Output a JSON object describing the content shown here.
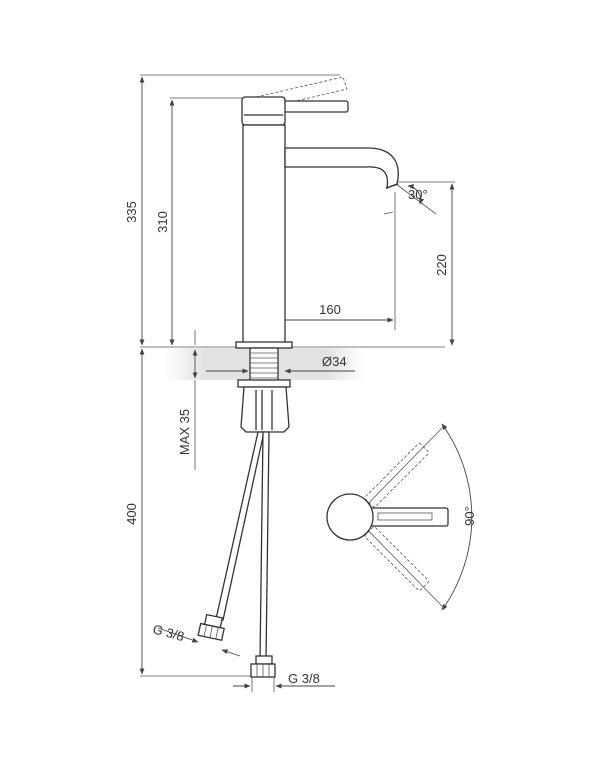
{
  "dimensions": {
    "total_height": "335",
    "body_height": "310",
    "spout_height": "220",
    "spout_reach": "160",
    "spout_angle": "30°",
    "hole_diameter": "Ø34",
    "max_thickness": "MAX 35",
    "hose_length": "400",
    "lever_rotation": "90°",
    "connection_left": "G 3/8",
    "connection_right": "G 3/8"
  },
  "colors": {
    "line": "#333333",
    "fill": "#ffffff",
    "countertop": "#e6e6e6"
  }
}
